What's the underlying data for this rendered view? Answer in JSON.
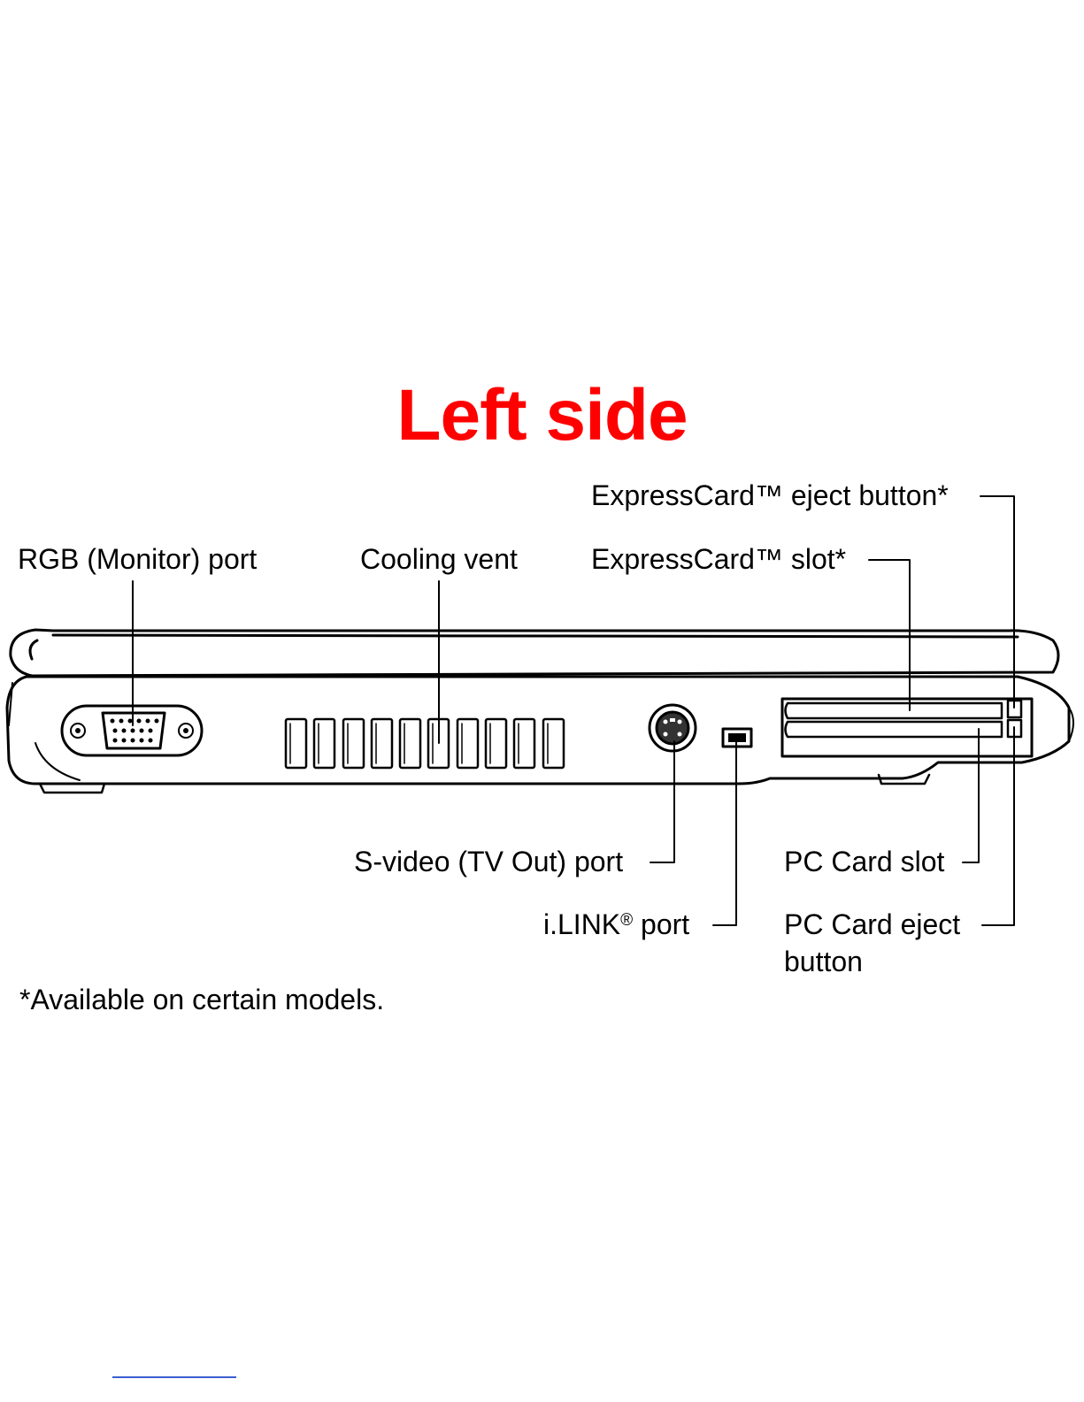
{
  "title": "Left side",
  "title_color": "#ff0000",
  "labels": {
    "rgb_port": "RGB (Monitor) port",
    "cooling_vent": "Cooling vent",
    "expresscard_eject": "ExpressCard™ eject button*",
    "expresscard_slot": "ExpressCard™ slot*",
    "svideo_port": "S-video (TV Out) port",
    "ilink_prefix": "i.LINK",
    "ilink_reg": "®",
    "ilink_suffix": " port",
    "pccard_slot": "PC Card slot",
    "pccard_eject_line1": "PC Card eject",
    "pccard_eject_line2": "button"
  },
  "footnote": "*Available on certain models.",
  "link_color": "#3a5fd0"
}
